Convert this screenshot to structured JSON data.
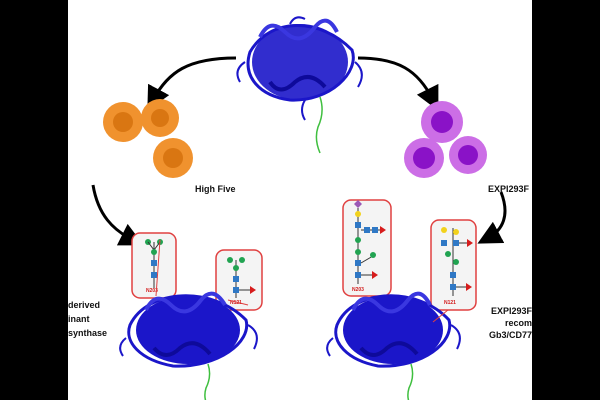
{
  "labels": {
    "high_five": "High Five",
    "expi293f": "EXPI293F"
  },
  "sites": {
    "left_a": "N203",
    "left_b": "N121",
    "right_a": "N203",
    "right_b": "N121"
  },
  "left_description": [
    "derived",
    "inant",
    "synthase"
  ],
  "right_description": [
    "EXPI293F",
    "recom",
    "Gb3/CD77"
  ],
  "colors": {
    "protein": "#1b16c9",
    "insect_cell": "#f0922e",
    "insect_nucleus": "#d97612",
    "human_cell": "#cc6ee6",
    "human_nucleus": "#8a12c7",
    "outline_red": "#e04040",
    "glcnac": "#2f78c5",
    "mannose": "#21a351",
    "galactose": "#f2d21c",
    "sialic": "#9b59b6",
    "fucose": "#d61c1c",
    "arrow": "#000000",
    "stem": "#3fbf3f"
  }
}
